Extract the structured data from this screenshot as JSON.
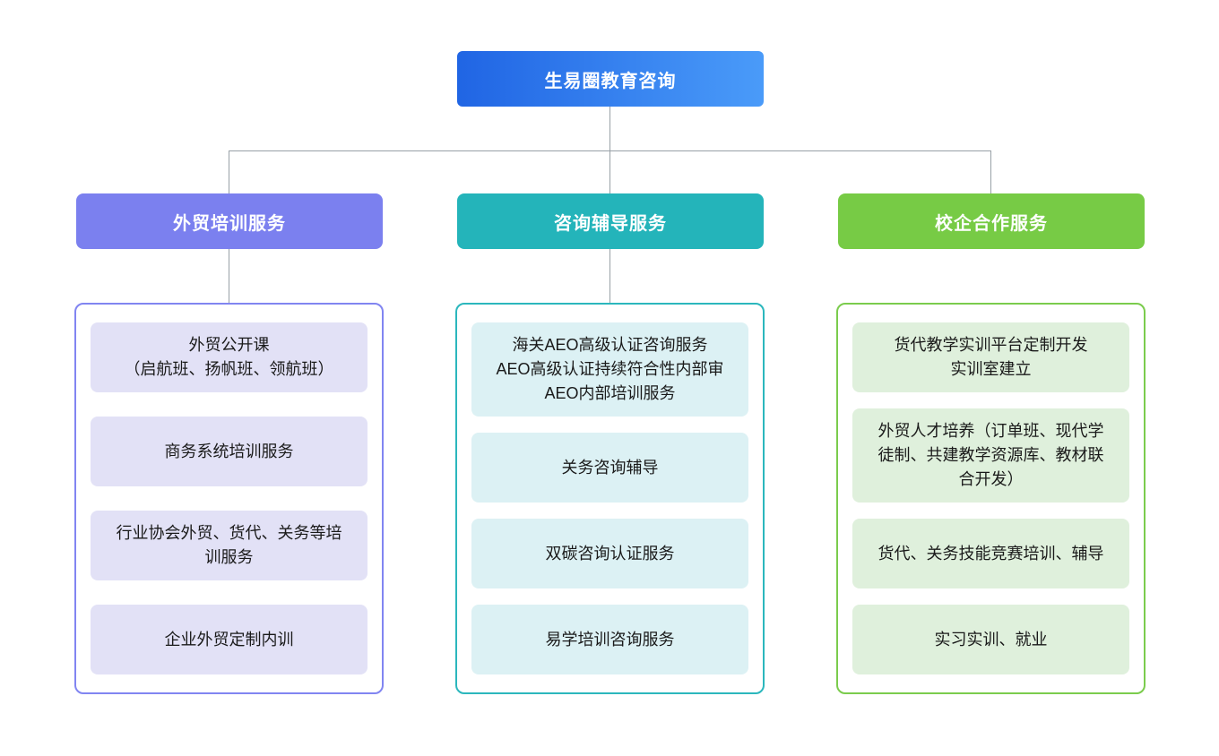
{
  "root": {
    "label": "生易圈教育咨询"
  },
  "branches": [
    {
      "label": "外贸培训服务",
      "items": [
        "外贸公开课\n（启航班、扬帆班、领航班）",
        "商务系统培训服务",
        "行业协会外贸、货代、关务等培\n训服务",
        "企业外贸定制内训"
      ]
    },
    {
      "label": "咨询辅导服务",
      "items": [
        "海关AEO高级认证咨询服务\nAEO高级认证持续符合性内部审\nAEO内部培训服务",
        "关务咨询辅导",
        "双碳咨询认证服务",
        "易学培训咨询服务"
      ]
    },
    {
      "label": "校企合作服务",
      "items": [
        "货代教学实训平台定制开发\n实训室建立",
        "外贸人才培养（订单班、现代学\n徒制、共建教学资源库、教材联\n合开发）",
        "货代、关务技能竞赛培训、辅导",
        "实习实训、就业"
      ]
    }
  ],
  "colors": {
    "root_gradient_start": "#2065E4",
    "root_gradient_end": "#4A9BF9",
    "branch1_header": "#7B80EF",
    "branch1_border": "#8185F1",
    "branch1_item_bg": "#E2E1F6",
    "branch2_header": "#24B4BA",
    "branch2_border": "#2BB7BD",
    "branch2_item_bg": "#DCF1F4",
    "branch3_header": "#77CB45",
    "branch3_border": "#7BCC4D",
    "branch3_item_bg": "#DFF0DC",
    "connector": "#98A0A6",
    "text": "#1A1A1A"
  }
}
